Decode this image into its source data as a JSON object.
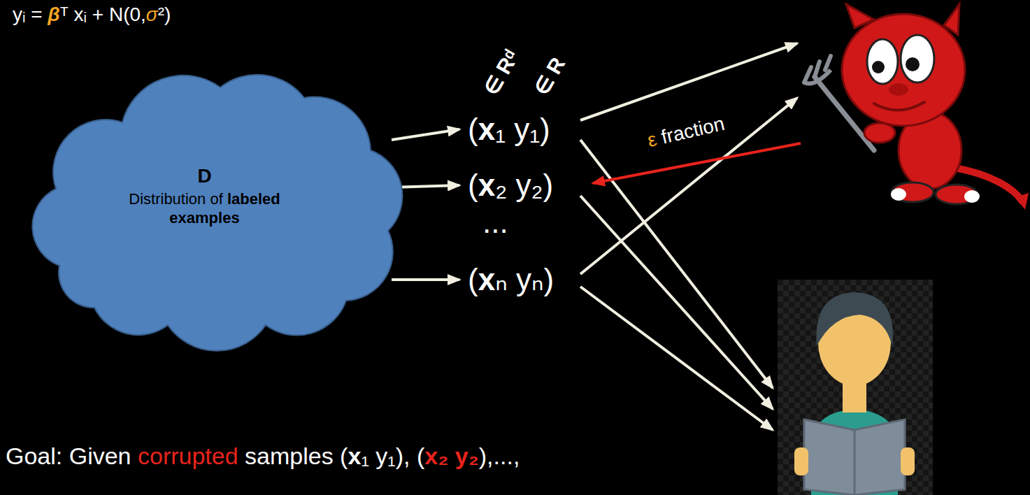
{
  "diagram": {
    "nodes": [
      {
        "text": [
          "D",
          "Distribution of labeled examples"
        ]
      },
      {
        "text": [
          "(x₁ y₁)"
        ]
      },
      {
        "text": [
          "(x₂ y₂)"
        ]
      },
      {
        "text": [
          "(xₙ yₙ)"
        ]
      }
    ],
    "edges": [
      {
        "from": 0,
        "to": 1,
        "arrow": "to"
      },
      {
        "from": 0,
        "to": 2,
        "arrow": "to"
      },
      {
        "from": 0,
        "to": 3,
        "arrow": "to"
      }
    ],
    "labels": [
      "yᵢ = βᵀ xᵢ + N(0,σ²)",
      "∈ Rᵈ",
      "∈ R",
      "ε fraction",
      "...",
      "Goal: Given corrupted samples (x₁ y₁), (x₂ y₂),...,"
    ]
  }
}
